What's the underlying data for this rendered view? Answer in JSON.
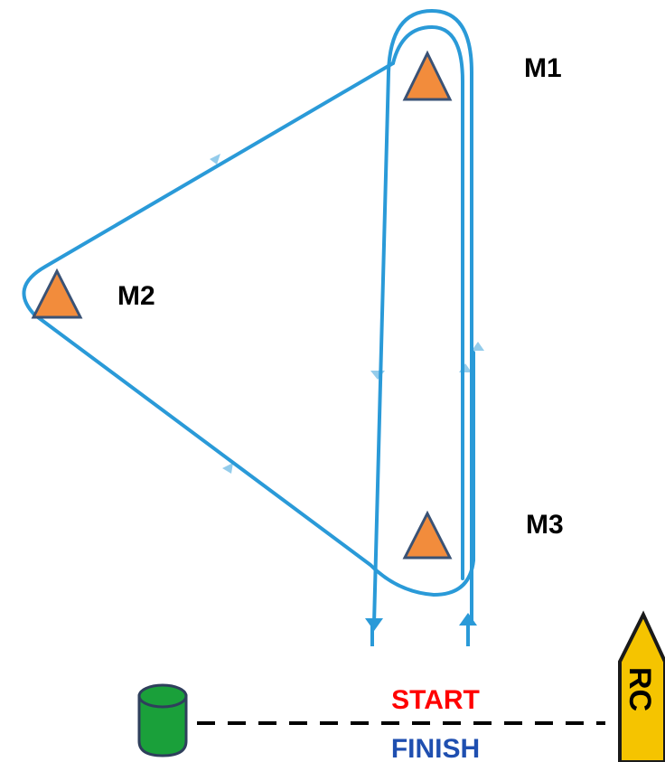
{
  "marks": [
    {
      "label": "M1",
      "color": "#f28c3c",
      "outline": "#3a5275"
    },
    {
      "label": "M2",
      "color": "#f28c3c",
      "outline": "#3a5275"
    },
    {
      "label": "M3",
      "color": "#f28c3c",
      "outline": "#3a5275"
    }
  ],
  "start_label": "START",
  "finish_label": "FINISH",
  "committee_boat_label": "RC",
  "colors": {
    "course_line": "#2a9ad8",
    "start_text": "#ff0000",
    "finish_text": "#1f4fb0",
    "pin_buoy": "#1aa03a",
    "committee_boat": "#f5c400",
    "start_line": "#000000"
  },
  "icons": [
    "course-route",
    "mark-triangle",
    "pin-buoy-icon",
    "committee-boat-icon",
    "direction-arrow-icon"
  ]
}
